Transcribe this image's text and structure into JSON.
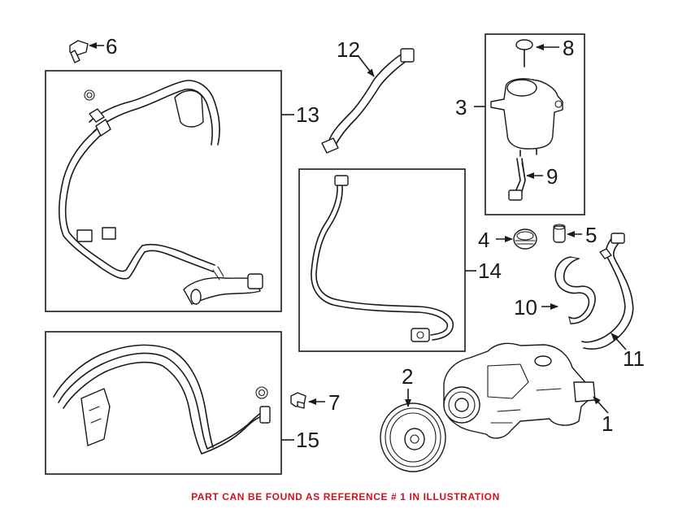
{
  "labels": {
    "p1": "1",
    "p2": "2",
    "p3": "3",
    "p4": "4",
    "p5": "5",
    "p6": "6",
    "p7": "7",
    "p8": "8",
    "p9": "9",
    "p10": "10",
    "p11": "11",
    "p12": "12",
    "p13": "13",
    "p14": "14",
    "p15": "15"
  },
  "footer": "PART CAN BE FOUND AS REFERENCE # 1 IN ILLUSTRATION",
  "colors": {
    "footer_text": "#d0101c",
    "line": "#1a1a1a"
  }
}
